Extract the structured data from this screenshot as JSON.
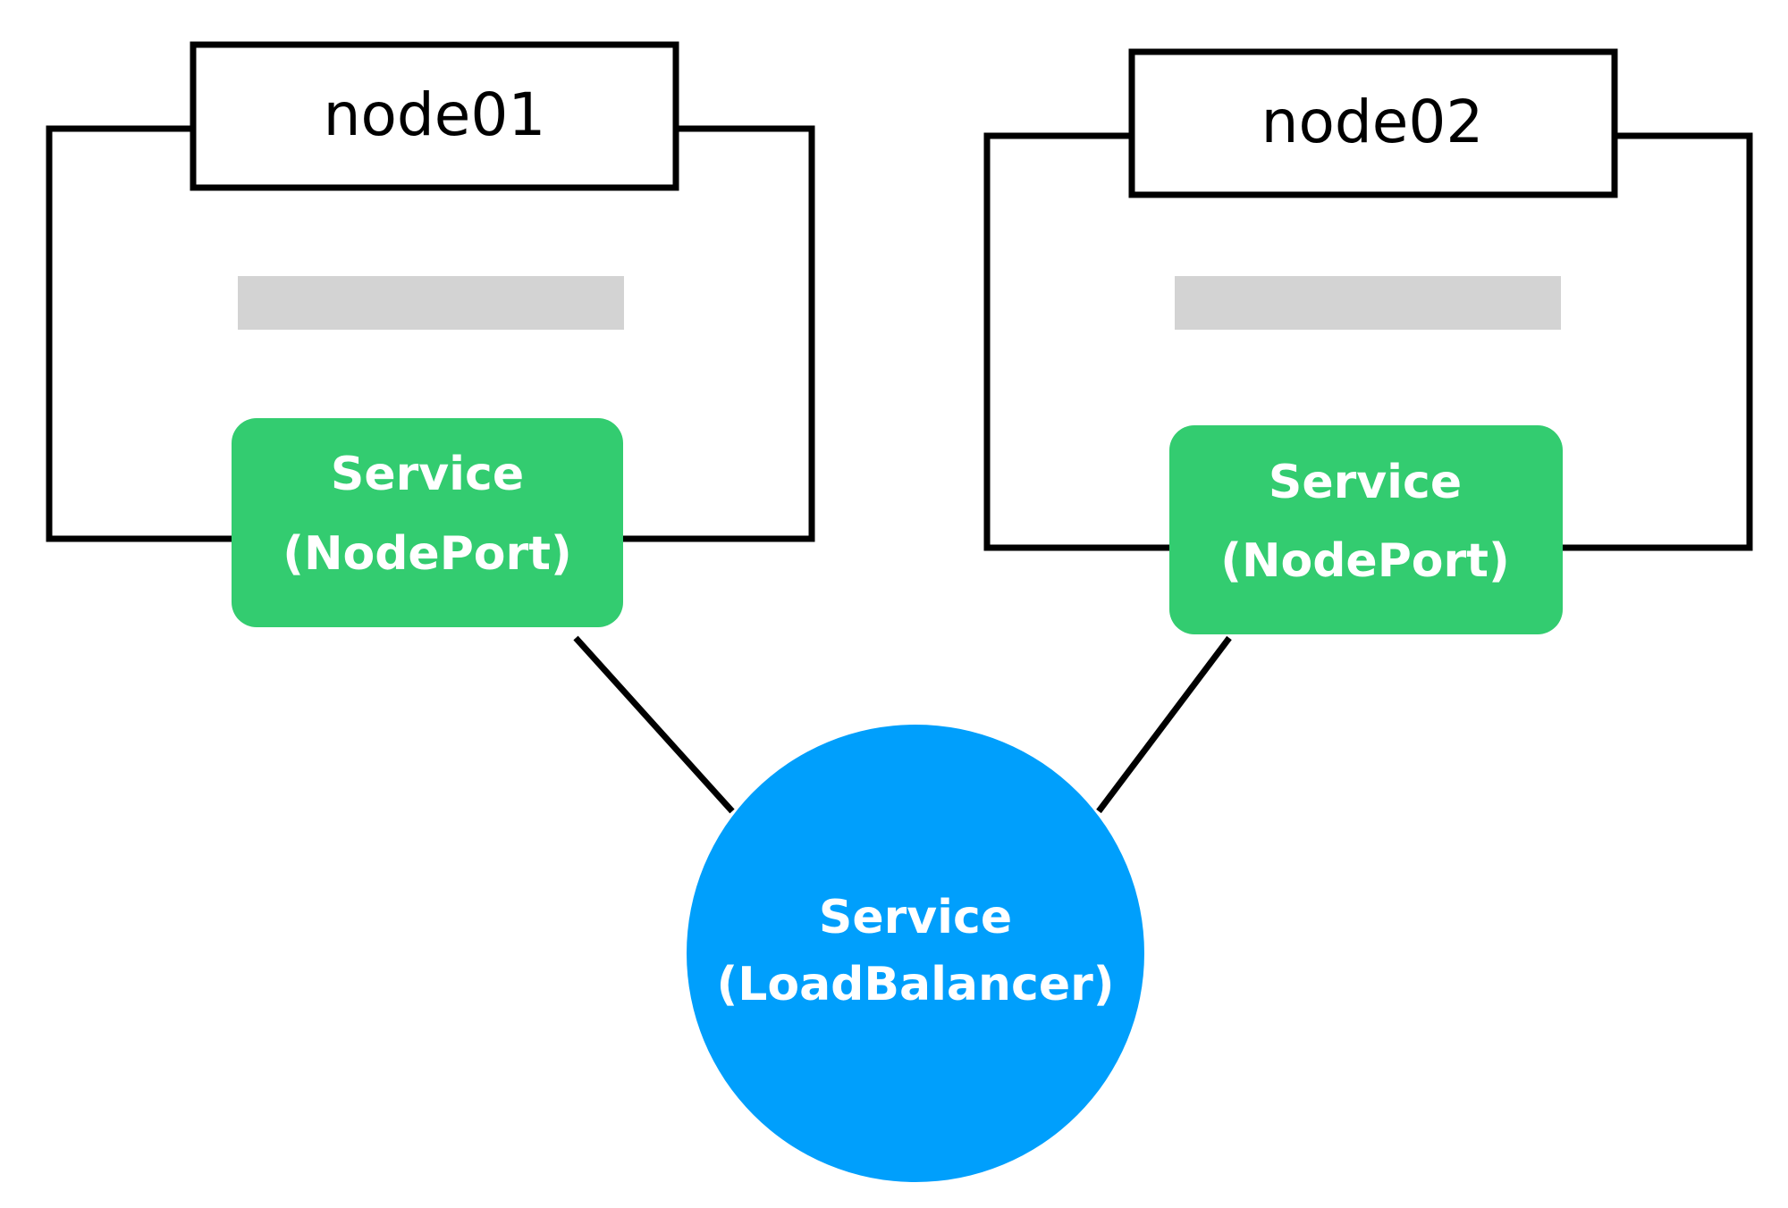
{
  "colors": {
    "outline": "#000000",
    "node_service": "#33cc70",
    "load_balancer": "#009ffc",
    "placeholder_bar": "#d3d3d3",
    "service_text": "#ffffff"
  },
  "nodes": [
    {
      "title": "node01",
      "service": {
        "line1": "Service",
        "line2": "(NodePort)"
      }
    },
    {
      "title": "node02",
      "service": {
        "line1": "Service",
        "line2": "(NodePort)"
      }
    }
  ],
  "load_balancer": {
    "line1": "Service",
    "line2": "(LoadBalancer)"
  }
}
